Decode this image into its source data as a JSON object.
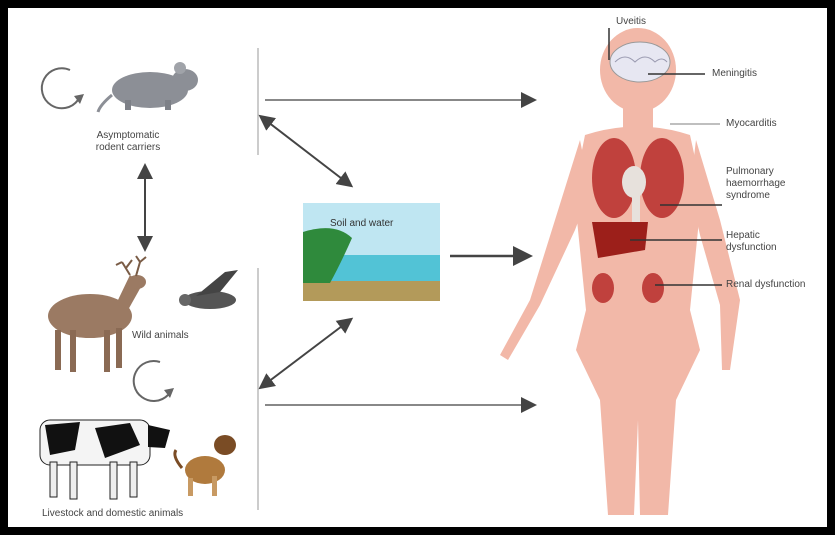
{
  "labels": {
    "rodents": "Asymptomatic\nrodent carriers",
    "wild": "Wild animals",
    "livestock": "Livestock and domestic animals",
    "soil": "Soil and water",
    "uveitis": "Uveitis",
    "meningitis": "Meningitis",
    "myocarditis": "Myocarditis",
    "pulmonary": "Pulmonary\nhaemorrhage\nsyndrome",
    "hepatic": "Hepatic\ndysfunction",
    "renal": "Renal dysfunction"
  },
  "colors": {
    "arrow": "#555555",
    "skin": "#f2b8a8",
    "organ_red": "#c0413d",
    "sky": "#bfe6f2",
    "sea": "#52c3d6",
    "hill": "#2f8a3c",
    "sand": "#b39a5a"
  }
}
